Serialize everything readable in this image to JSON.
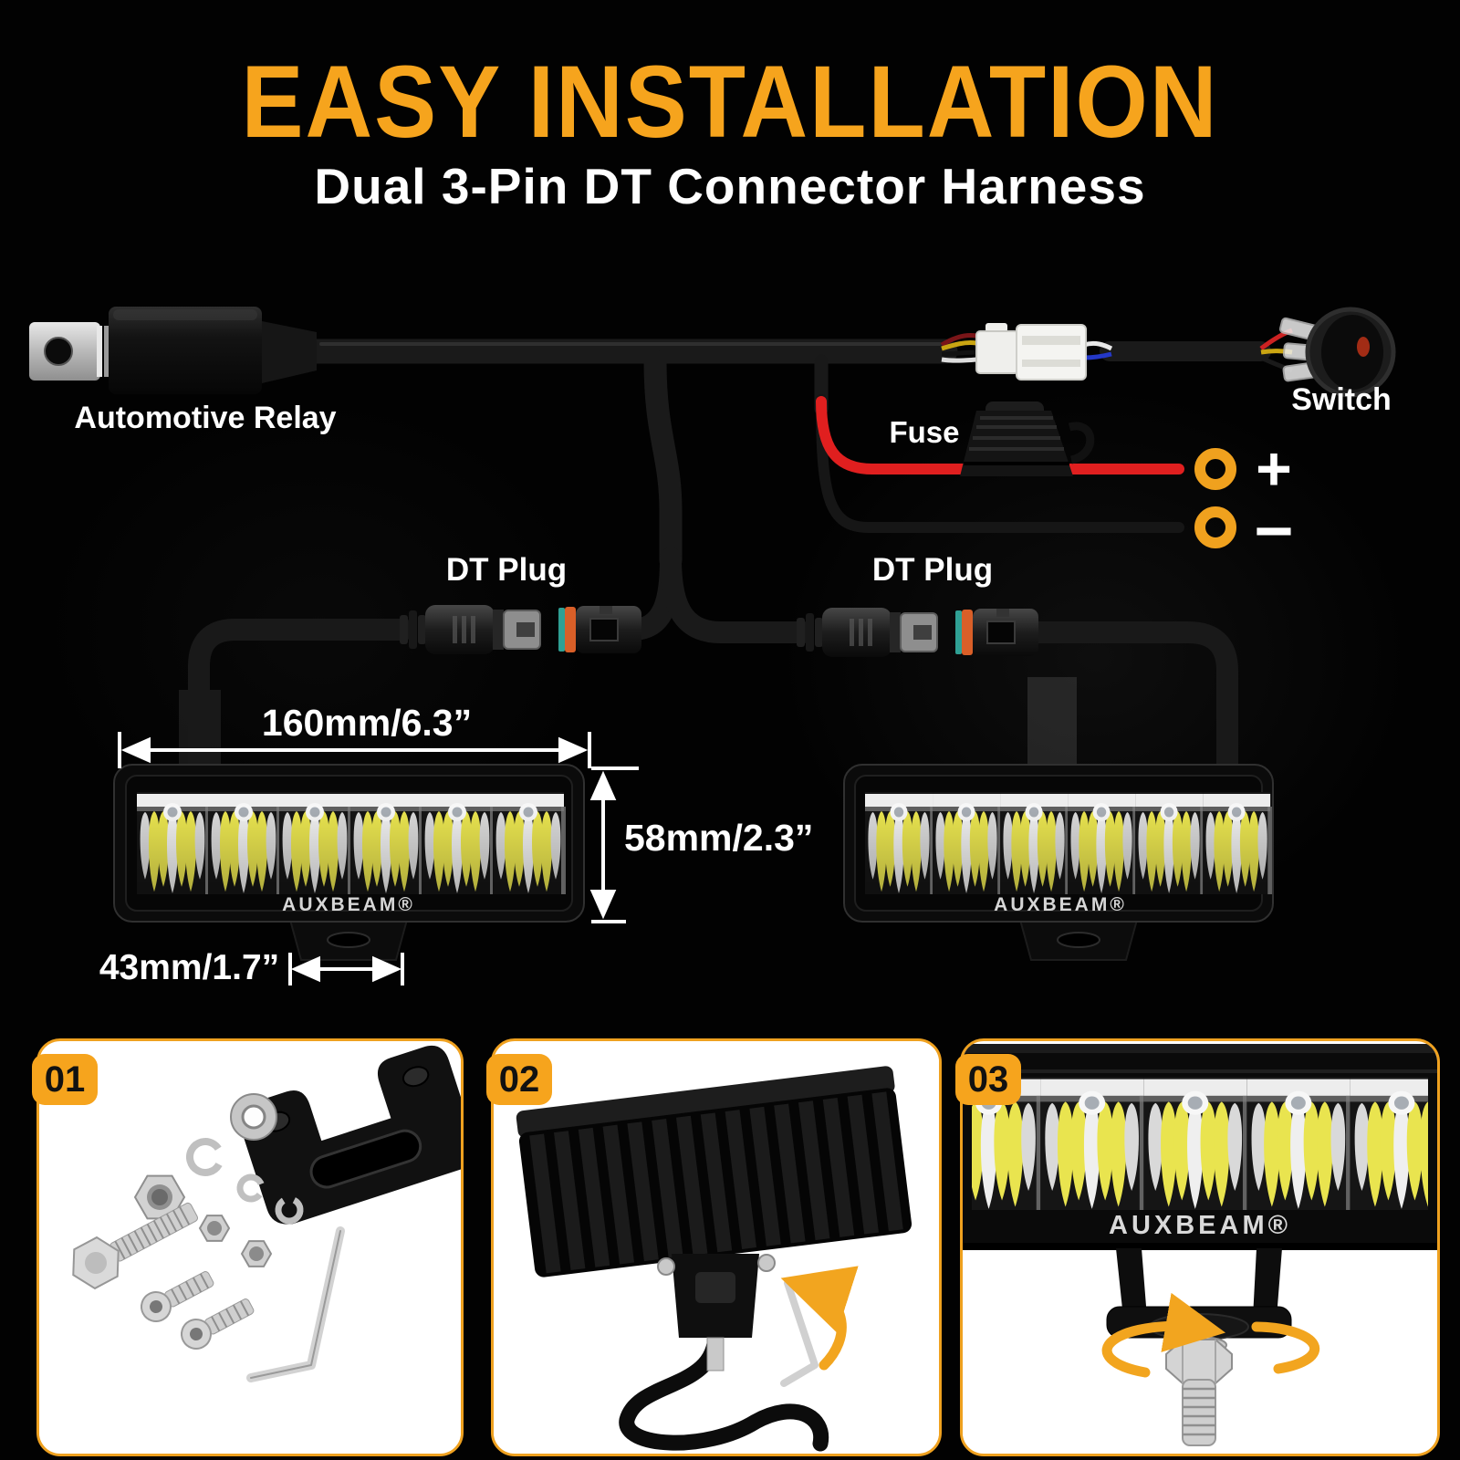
{
  "header": {
    "title": "EASY INSTALLATION",
    "subtitle": "Dual 3-Pin DT Connector Harness"
  },
  "diagram": {
    "relay_label": "Automotive Relay",
    "switch_label": "Switch",
    "fuse_label": "Fuse",
    "dt_plug_left_label": "DT Plug",
    "dt_plug_right_label": "DT Plug",
    "battery_positive": "+",
    "battery_negative": "−",
    "dim_length": "160mm/6.3”",
    "dim_height": "58mm/2.3”",
    "dim_bracket": "43mm/1.7”",
    "brand_left": "AUXBEAM®",
    "brand_right": "AUXBEAM®"
  },
  "panels": [
    {
      "badge": "01"
    },
    {
      "badge": "02"
    },
    {
      "badge": "03",
      "brand": "AUXBEAM®"
    }
  ],
  "colors": {
    "accent_orange": "#F6A41D",
    "wire_red": "#E01F1F",
    "terminal_ring_orange": "#F0A11E",
    "dt_seal_orange": "#D95F28",
    "dt_seal_teal": "#2FA094",
    "led_yellow": "#E9E44F",
    "background": "#020202",
    "text_white": "#FFFFFF"
  }
}
